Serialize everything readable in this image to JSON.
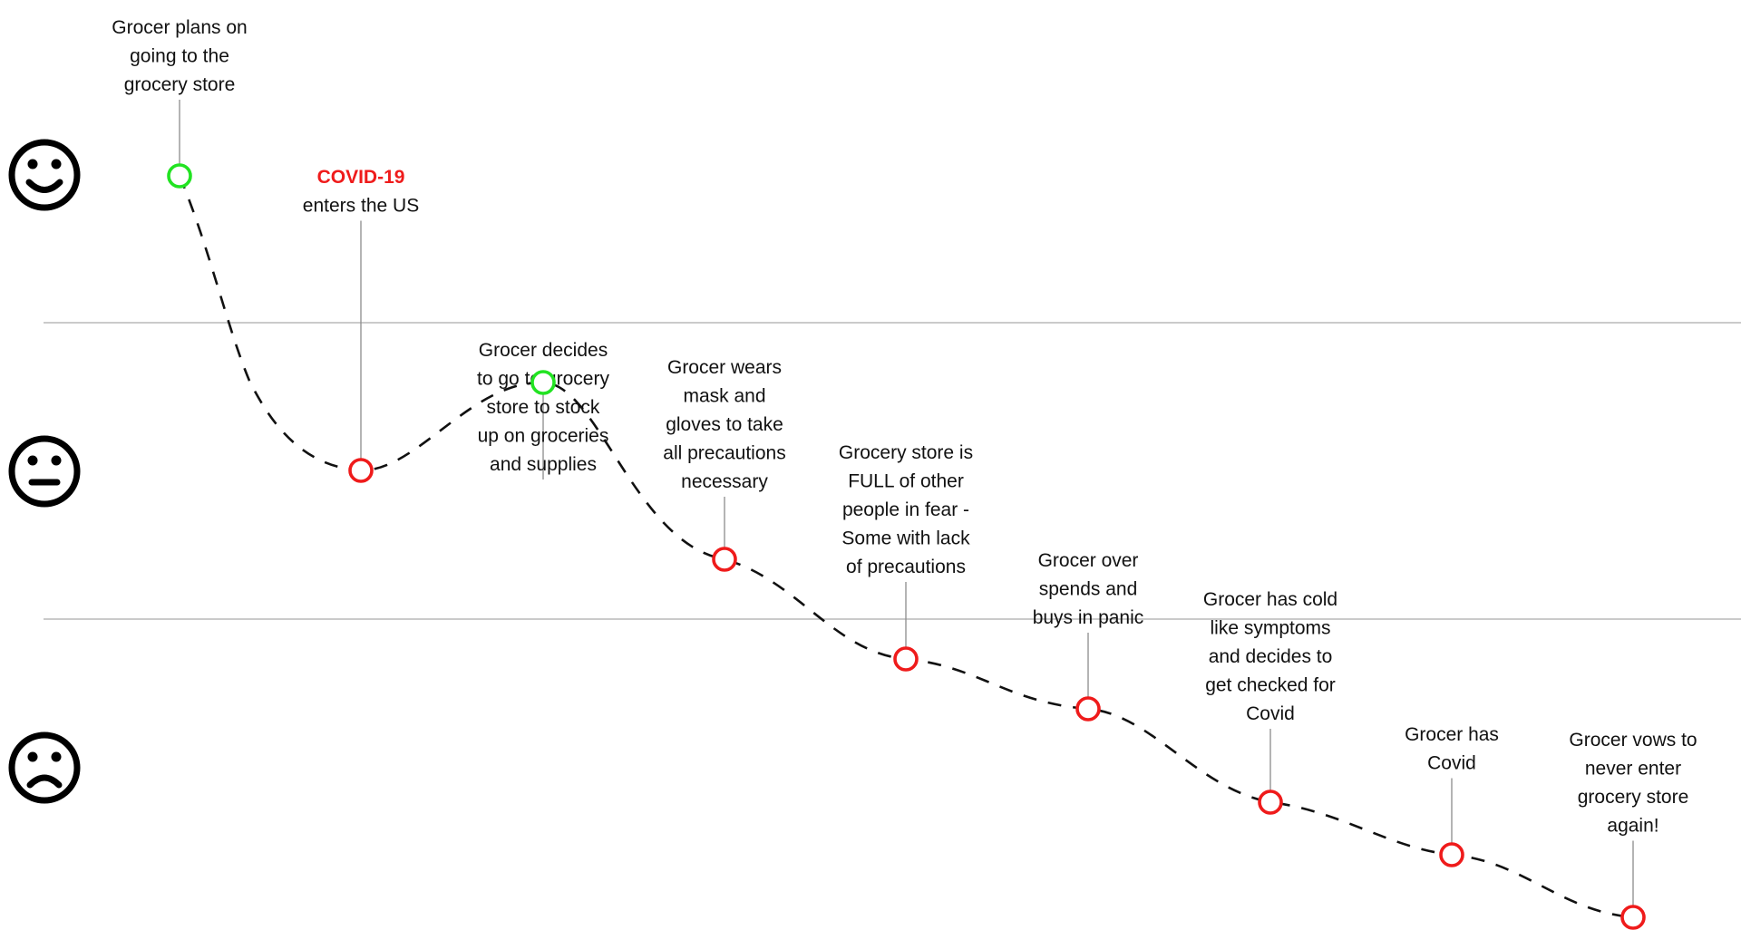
{
  "colors": {
    "positive_node": "#22e322",
    "negative_node": "#ef1b1b",
    "accent_text": "#ef1b1b",
    "line": "#111111",
    "band_line": "#b8b8b8"
  },
  "mood_scale": [
    {
      "icon": "smiley-happy-icon"
    },
    {
      "icon": "smiley-neutral-icon"
    },
    {
      "icon": "smiley-sad-icon"
    }
  ],
  "steps": [
    {
      "mood": "positive",
      "lines": [
        "Grocer plans on",
        "going to the",
        "grocery store"
      ]
    },
    {
      "mood": "negative",
      "accent": "COVID-19",
      "lines": [
        "enters the US"
      ]
    },
    {
      "mood": "positive",
      "lines": [
        "Grocer decides",
        "to go to grocery",
        "store to stock",
        "up on groceries",
        "and supplies"
      ]
    },
    {
      "mood": "negative",
      "lines": [
        "Grocer wears",
        "mask and",
        "gloves to take",
        "all precautions",
        "necessary"
      ]
    },
    {
      "mood": "negative",
      "lines": [
        "Grocery store is",
        "FULL of other",
        "people  in fear -",
        "Some with lack",
        "of precautions"
      ]
    },
    {
      "mood": "negative",
      "lines": [
        "Grocer over",
        "spends and",
        "buys in panic"
      ]
    },
    {
      "mood": "negative",
      "lines": [
        "Grocer has cold",
        "like symptoms",
        "and  decides to",
        "get checked for",
        "Covid"
      ]
    },
    {
      "mood": "negative",
      "lines": [
        "Grocer has",
        "Covid"
      ]
    },
    {
      "mood": "negative",
      "lines": [
        "Grocer vows to",
        "never enter",
        "grocery store",
        "again!"
      ]
    }
  ]
}
